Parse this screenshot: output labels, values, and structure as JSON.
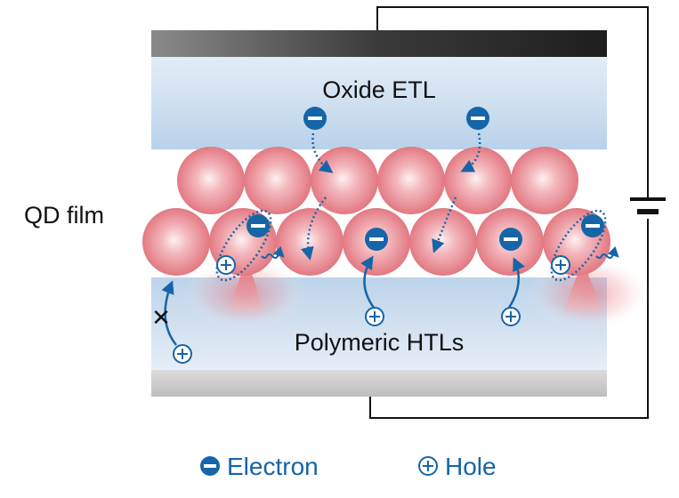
{
  "labels": {
    "etl": "Oxide ETL",
    "qd": "QD film",
    "htl": "Polymeric HTLs"
  },
  "legend": {
    "electron": "Electron",
    "hole": "Hole"
  },
  "symbols": {
    "electron": "−",
    "hole": "+",
    "blocked": "✕"
  },
  "colors": {
    "carrier_blue": "#1565a8",
    "qd_pink": "#e9848c",
    "etl_blue": "#bcd4ea",
    "htl_blue": "#c4d9ee",
    "electrode_dark": "#2a2a2a",
    "electrode_light": "#c8c8c8",
    "emission_red": "#e8616a"
  }
}
